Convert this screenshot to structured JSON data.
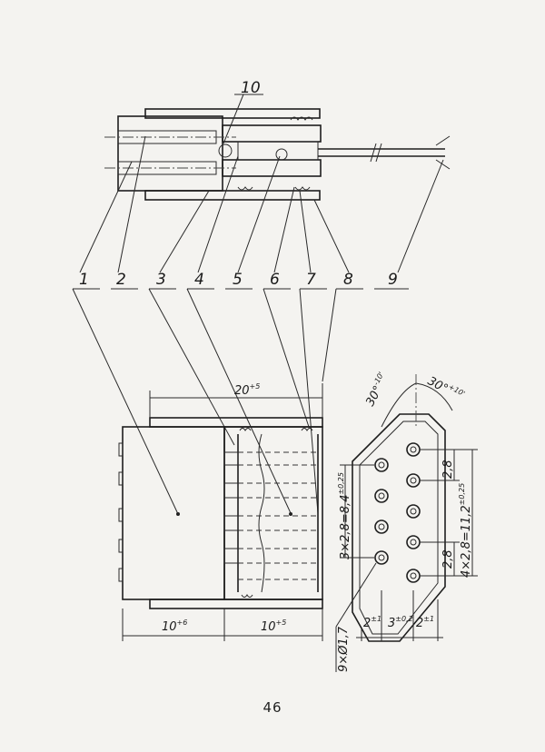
{
  "drawing": {
    "callouts": [
      "1",
      "2",
      "3",
      "4",
      "5",
      "6",
      "7",
      "8",
      "9",
      "10"
    ],
    "dimensions": {
      "overall_length": "20",
      "overall_length_tol": "+5",
      "left_section": "10",
      "left_section_tol": "+6",
      "right_section": "10",
      "right_section_tol": "+5",
      "vertical_pitch": "3×2,8=8,4",
      "vertical_pitch_tol": "±0,25",
      "pitch_a": "2,8",
      "pitch_b": "2,8",
      "vertical_total": "4×2,8=11,2",
      "vertical_total_tol": "±0,25",
      "holes": "9×Ø1,7",
      "angle_left": "30°",
      "angle_left_tol": "-10'",
      "angle_right": "30°",
      "angle_right_tol": "+10'",
      "bottom_a": "2",
      "bottom_a_tol": "±1",
      "bottom_b": "3",
      "bottom_b_tol": "±0,2",
      "bottom_c": "2",
      "bottom_c_tol": "±1"
    }
  },
  "page_number": "46"
}
